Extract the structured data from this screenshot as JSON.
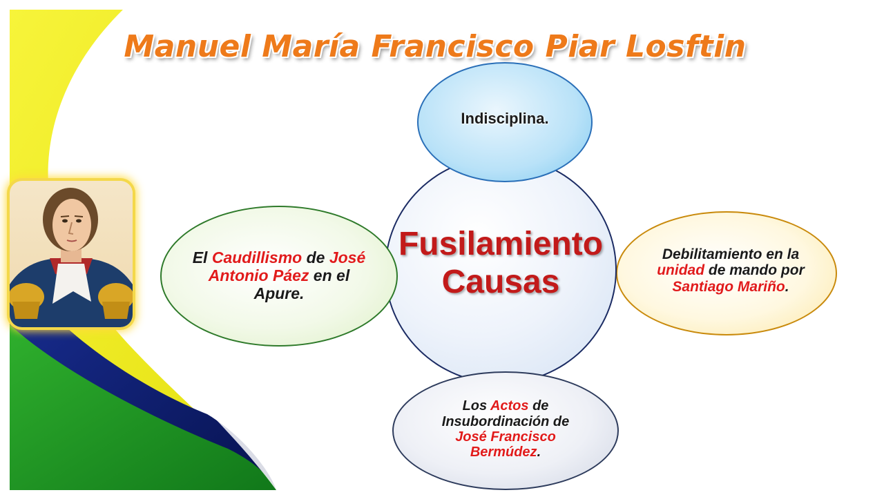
{
  "title": "Manuel María Francisco Piar Losftin",
  "center": {
    "line1": "Fusilamiento",
    "line2": "Causas"
  },
  "top": {
    "text": "Indisciplina."
  },
  "left": {
    "p1": "El ",
    "r1": "Caudillismo",
    "p2": " de ",
    "r2": "José Antonio Páez",
    "p3": " en el Apure."
  },
  "right": {
    "p1": "Debilitamiento en la ",
    "r1": "unidad",
    "p2": " de mando por ",
    "r2": "Santiago Mariño",
    "p3": "."
  },
  "bottom": {
    "p1": "Los ",
    "r1": "Actos",
    "p2": " de Insubordinación de ",
    "r2": "José Francisco Bermúdez",
    "p3": "."
  },
  "colors": {
    "title": "#ee7a1a",
    "highlight": "#e11b1b",
    "background_yellow": "#f2ee1c",
    "background_blue": "#0d1f7a",
    "background_green": "#1e9a22"
  },
  "portrait": {
    "icon": "portrait-painting-icon"
  }
}
